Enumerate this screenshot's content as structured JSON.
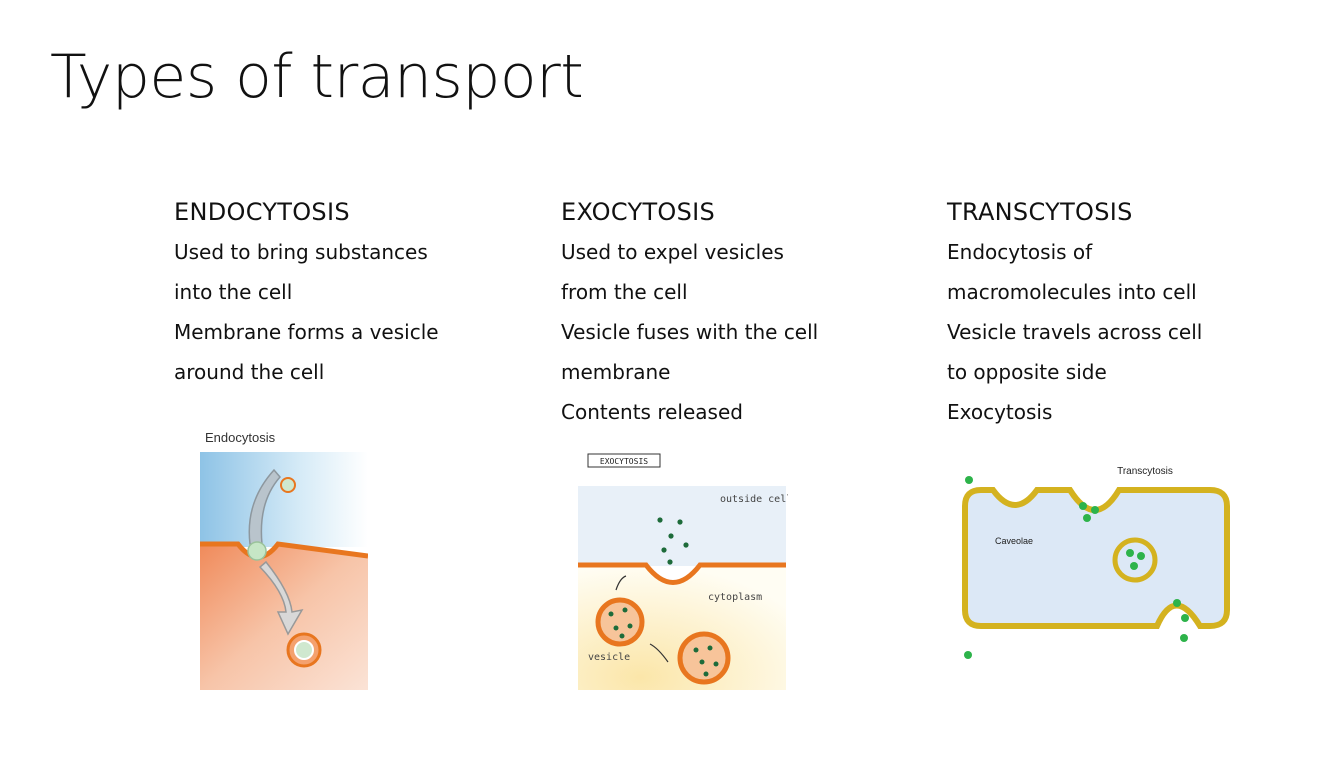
{
  "title": "Types of transport",
  "columns": [
    {
      "heading": "ENDOCYTOSIS",
      "lines": [
        "Used to bring substances",
        "into the cell",
        "Membrane forms a vesicle",
        "around the cell"
      ]
    },
    {
      "heading": "EXOCYTOSIS",
      "lines": [
        "Used to expel vesicles",
        "from the cell",
        "Vesicle fuses with the cell",
        "membrane",
        "Contents released"
      ]
    },
    {
      "heading": "TRANSCYTOSIS",
      "lines": [
        "Endocytosis of",
        "macromolecules into cell",
        "Vesicle travels across cell",
        "to opposite side",
        "Exocytosis"
      ]
    }
  ],
  "figures": {
    "endocytosis": {
      "label": "Endocytosis"
    },
    "exocytosis": {
      "box_label": "EXOCYTOSIS",
      "outside": "outside cell",
      "cytoplasm": "cytoplasm",
      "vesicle": "vesicle"
    },
    "transcytosis": {
      "label": "Transcytosis",
      "caveolae": "Caveolae"
    }
  }
}
